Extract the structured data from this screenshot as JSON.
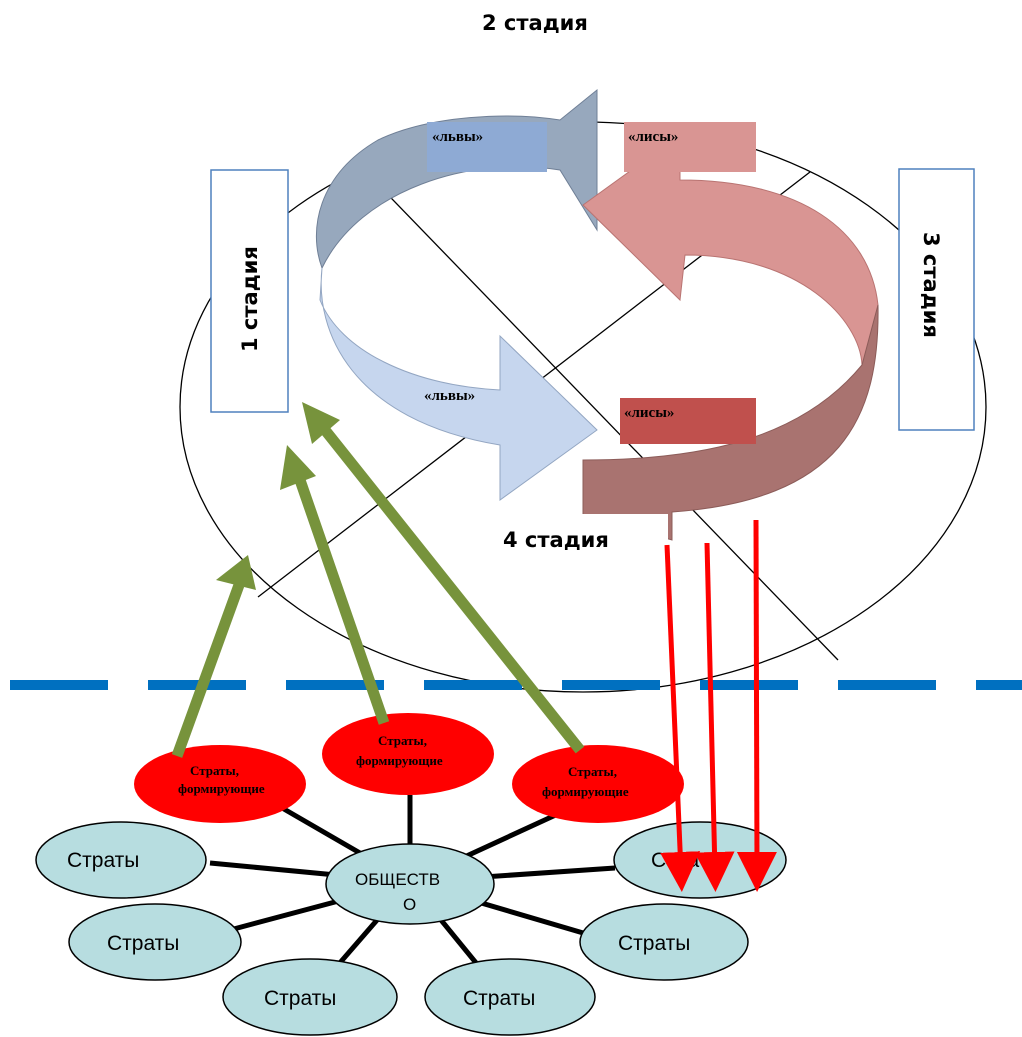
{
  "stages": {
    "s1": "1 стадия",
    "s2": "2 стадия",
    "s3": "3 стадия",
    "s4": "4 стадия"
  },
  "cycle_labels": {
    "lions_top": "«львы»",
    "foxes_top": "«лисы»",
    "lions_bottom": "«львы»",
    "foxes_bottom": "«лисы»"
  },
  "forming_strata": {
    "left_line1": "Страты,",
    "left_line2": "формирующие",
    "center_line1": "Страты,",
    "center_line2": "формирующие",
    "right_line1": "Страты,",
    "right_line2": "формирующие"
  },
  "society": {
    "center_line1": "ОБЩЕСТВ",
    "center_line2": "О",
    "strata": [
      "Страты",
      "Страты",
      "Страты",
      "Страты",
      "Страты",
      "Страты"
    ]
  },
  "colors": {
    "green_arrow": "#77933c",
    "red_arrow": "#ff0000",
    "dashed_line": "#0070c0",
    "node_fill": "#b7dde0",
    "forming_fill": "#ff0000",
    "lions_dark": "#97a8bd",
    "lions_light": "#c6d6ee",
    "foxes_light": "#d99593",
    "foxes_dark": "#a97370"
  }
}
